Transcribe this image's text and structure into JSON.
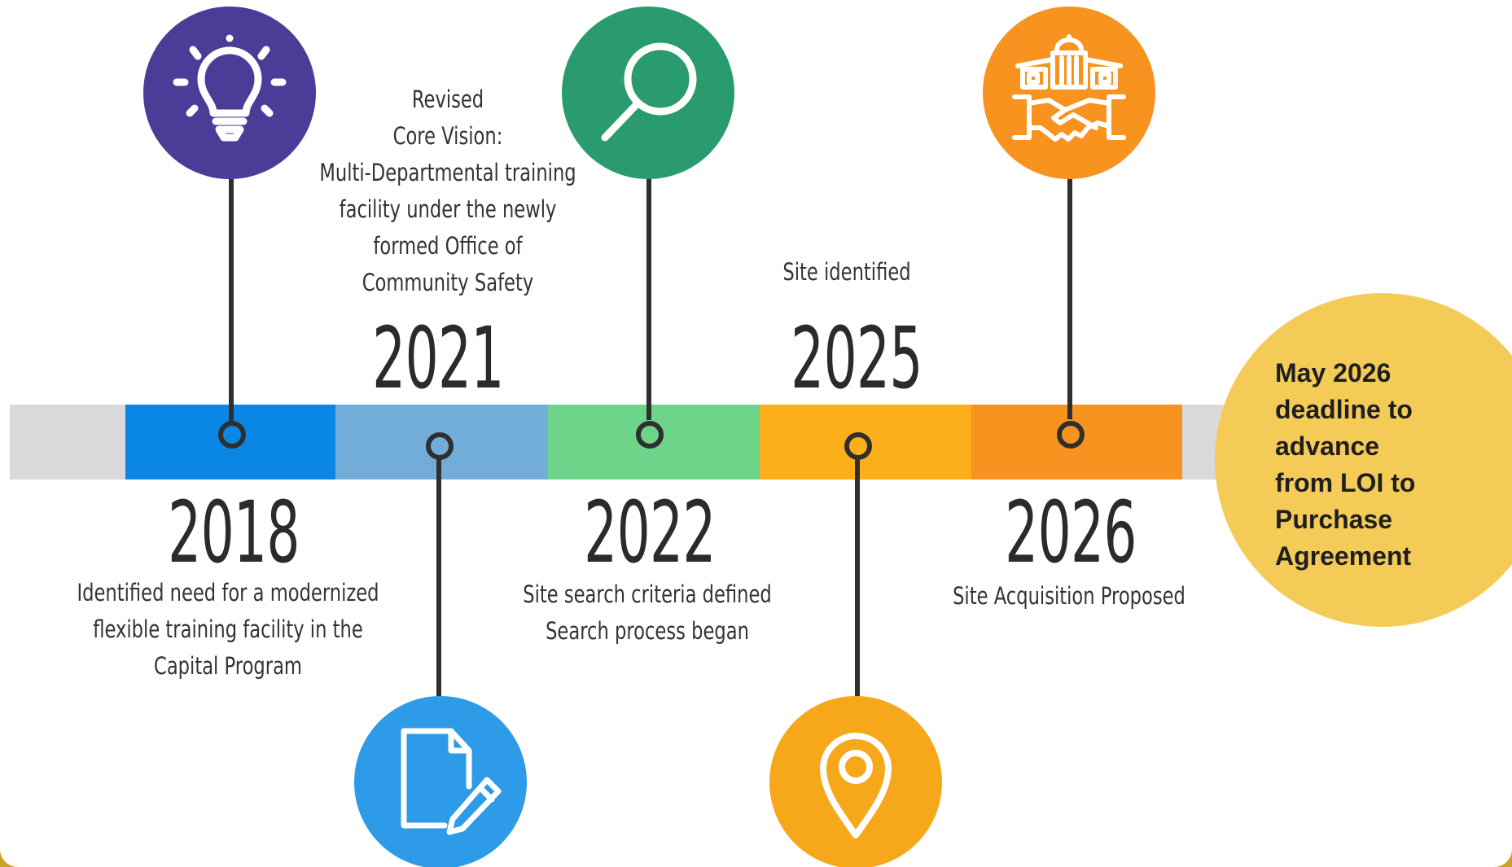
{
  "milestones": [
    {
      "year": "2018",
      "description": [
        "Identified need for a modernized",
        "flexible training facility in the",
        "Capital Program"
      ],
      "icon": "lightbulb-icon",
      "color": "#4b3c98"
    },
    {
      "year": "2021",
      "description": [
        "Revised",
        "Core Vision:",
        "Multi-Departmental training",
        "facility under the newly",
        "formed Office of",
        "Community Safety"
      ],
      "icon": "document-edit-icon",
      "color": "#2d9be8"
    },
    {
      "year": "2022",
      "description": [
        "Site search criteria defined",
        "Search process began"
      ],
      "icon": "magnifier-icon",
      "color": "#2a9b6e"
    },
    {
      "year": "2025",
      "description": [
        "Site identified"
      ],
      "icon": "location-pin-icon",
      "color": "#f6a81a"
    },
    {
      "year": "2026",
      "description": [
        "Site Acquisition Proposed"
      ],
      "icon": "building-handshake-icon",
      "color": "#f7931e"
    }
  ],
  "timeline_bar_colors": [
    "#d9d9d9",
    "#0a87e4",
    "#72acd9",
    "#6dd48a",
    "#fdae1b",
    "#f7931e",
    "#d9d9d9"
  ],
  "callout": {
    "lines": [
      "May 2026",
      "deadline to",
      "advance",
      "from LOI to",
      "Purchase",
      "Agreement"
    ],
    "color": "#f4cb57"
  }
}
